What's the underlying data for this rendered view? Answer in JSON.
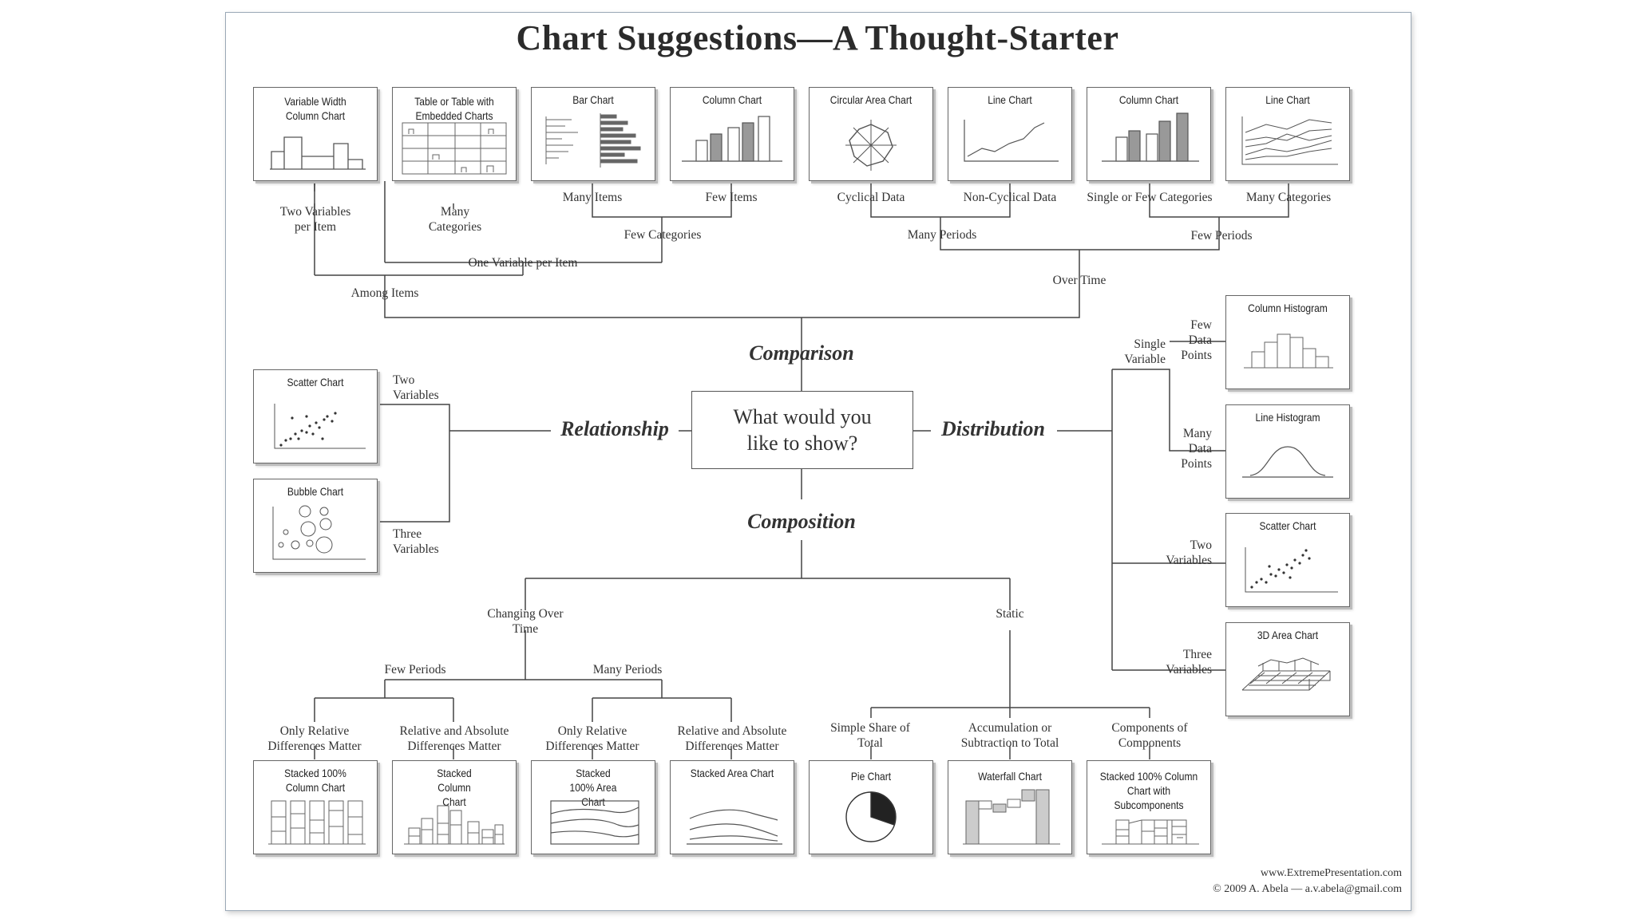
{
  "title": "Chart Suggestions—A Thought-Starter",
  "center_question": "What would you like to show?",
  "categories": {
    "comparison": "Comparison",
    "relationship": "Relationship",
    "distribution": "Distribution",
    "composition": "Composition"
  },
  "boxes": {
    "variable_width": "Variable Width Column Chart",
    "table_embedded": "Table or Table with Embedded Charts",
    "bar_chart": "Bar Chart",
    "column_chart_few_items": "Column Chart",
    "circular_area": "Circular Area Chart",
    "line_chart_noncyclical": "Line Chart",
    "column_chart_few_periods": "Column Chart",
    "line_chart_many_categories": "Line Chart",
    "scatter_relationship": "Scatter Chart",
    "bubble": "Bubble Chart",
    "column_histogram": "Column Histogram",
    "line_histogram": "Line Histogram",
    "scatter_distribution": "Scatter Chart",
    "area_3d": "3D Area Chart",
    "stacked100_column": "Stacked 100% Column Chart",
    "stacked_column": "Stacked Column Chart",
    "stacked100_area": "Stacked 100% Area Chart",
    "stacked_area": "Stacked Area Chart",
    "pie": "Pie Chart",
    "waterfall": "Waterfall Chart",
    "stacked100_subcomponents": "Stacked 100% Column Chart with Subcomponents"
  },
  "labels": {
    "two_vars_per_item": "Two Variables per Item",
    "many_categories_table": "Many Categories",
    "many_items": "Many Items",
    "few_items": "Few Items",
    "few_categories": "Few Categories",
    "one_var_per_item": "One Variable per Item",
    "among_items": "Among Items",
    "cyclical_data": "Cyclical Data",
    "non_cyclical_data": "Non-Cyclical Data",
    "single_few_categories": "Single or Few Categories",
    "many_categories_line": "Many Categories",
    "many_periods_top": "Many Periods",
    "few_periods_top": "Few Periods",
    "over_time": "Over Time",
    "two_variables_rel": "Two Variables",
    "three_variables_rel": "Three Variables",
    "single_variable": "Single Variable",
    "few_data_points": "Few Data Points",
    "many_data_points": "Many Data Points",
    "two_variables_dist": "Two Variables",
    "three_variables_dist": "Three Variables",
    "changing_over_time": "Changing Over Time",
    "static": "Static",
    "few_periods_bottom": "Few Periods",
    "many_periods_bottom": "Many Periods",
    "only_relative_1": "Only Relative Differences Matter",
    "relative_absolute_1": "Relative and Absolute Differences Matter",
    "only_relative_2": "Only Relative Differences Matter",
    "relative_absolute_2": "Relative and Absolute Differences Matter",
    "simple_share": "Simple Share of Total",
    "accumulation": "Accumulation or Subtraction to Total",
    "components": "Components of Components"
  },
  "footer": {
    "website": "www.ExtremePresentation.com",
    "credit": "© 2009  A. Abela — a.v.abela@gmail.com"
  }
}
